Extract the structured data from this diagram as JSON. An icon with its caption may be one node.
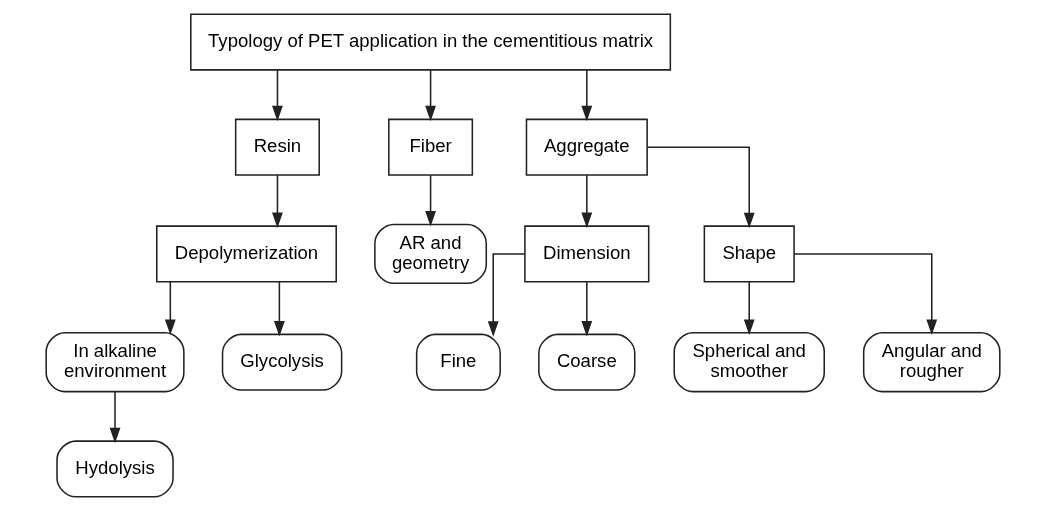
{
  "diagram": {
    "nodes": [
      {
        "text": [
          "Typology of PET application in the cementitious matrix"
        ]
      },
      {
        "text": [
          "Resin"
        ]
      },
      {
        "text": [
          "Fiber"
        ]
      },
      {
        "text": [
          "Aggregate"
        ]
      },
      {
        "text": [
          "Depolymerization"
        ]
      },
      {
        "text": [
          "AR and geometry"
        ]
      },
      {
        "text": [
          "Dimension"
        ]
      },
      {
        "text": [
          "Shape"
        ]
      },
      {
        "text": [
          "In alkaline environment"
        ]
      },
      {
        "text": [
          "Glycolysis"
        ]
      },
      {
        "text": [
          "Fine"
        ]
      },
      {
        "text": [
          "Coarse"
        ]
      },
      {
        "text": [
          "Spherical and smoother"
        ]
      },
      {
        "text": [
          "Angular and rougher"
        ]
      },
      {
        "text": [
          "Hydolysis"
        ]
      }
    ],
    "edges": [
      {
        "from": 0,
        "to": 1,
        "arrow": "to"
      },
      {
        "from": 0,
        "to": 2,
        "arrow": "to"
      },
      {
        "from": 0,
        "to": 3,
        "arrow": "to"
      },
      {
        "from": 1,
        "to": 4,
        "arrow": "to"
      },
      {
        "from": 2,
        "to": 5,
        "arrow": "to"
      },
      {
        "from": 3,
        "to": 6,
        "arrow": "to"
      },
      {
        "from": 3,
        "to": 7,
        "arrow": "to"
      },
      {
        "from": 4,
        "to": 8,
        "arrow": "to"
      },
      {
        "from": 4,
        "to": 9,
        "arrow": "to"
      },
      {
        "from": 6,
        "to": 10,
        "arrow": "to"
      },
      {
        "from": 6,
        "to": 11,
        "arrow": "to"
      },
      {
        "from": 7,
        "to": 12,
        "arrow": "to"
      },
      {
        "from": 7,
        "to": 13,
        "arrow": "to"
      },
      {
        "from": 8,
        "to": 14,
        "arrow": "to"
      }
    ]
  }
}
